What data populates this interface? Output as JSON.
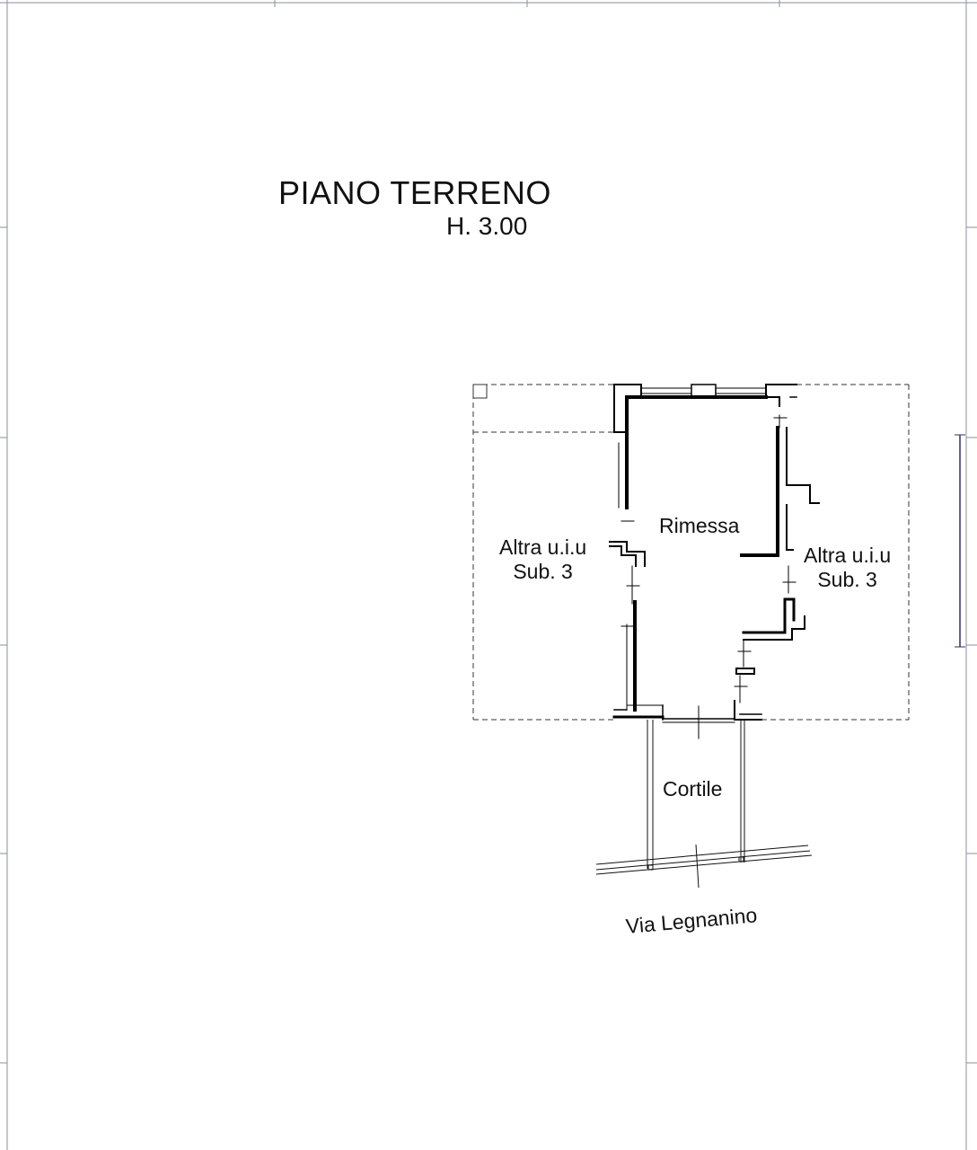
{
  "drawing": {
    "title": "PIANO TERRENO",
    "height_label": "H. 3.00"
  },
  "rooms": {
    "main": "Rimessa",
    "left_unit": {
      "line1": "Altra u.i.u",
      "line2": "Sub. 3"
    },
    "right_unit": {
      "line1": "Altra u.i.u",
      "line2": "Sub. 3"
    },
    "courtyard": "Cortile"
  },
  "street": "Via Legnanino"
}
